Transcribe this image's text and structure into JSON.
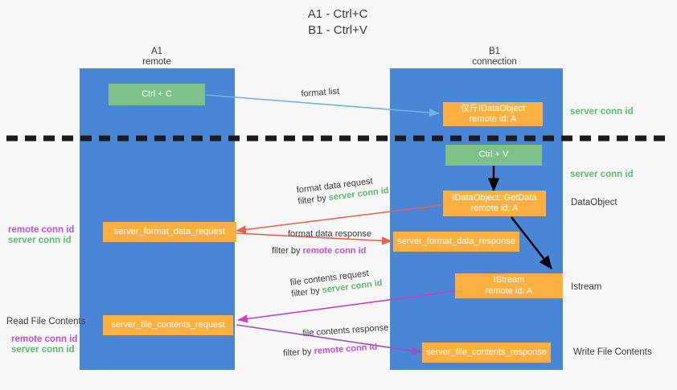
{
  "title": {
    "line1": "A1 - Ctrl+C",
    "line2": "B1 - Ctrl+V"
  },
  "lanes": [
    {
      "name": "A1",
      "sub": "remote"
    },
    {
      "name": "B1",
      "sub": "connection"
    }
  ],
  "boxes": {
    "ctrl_c": {
      "label": "Ctrl + C",
      "color": "#7ec189"
    },
    "clipboard_dataobject": {
      "line1": "仅斤IDataObject",
      "line2": "remote id: A",
      "color": "#fbb040"
    },
    "ctrl_v": {
      "label": "Ctrl + V",
      "color": "#7ec189"
    },
    "getdata": {
      "line1": "IDataObject::GetData",
      "line2": "remote id: A",
      "color": "#fbb040"
    },
    "istream": {
      "line1": "IStream",
      "line2": "remote id: A",
      "color": "#fbb040"
    },
    "server_format_data_request": {
      "label": "server_format_data_request",
      "color": "#fbb040"
    },
    "server_format_data_response": {
      "label": "server_format_data_response",
      "color": "#fbb040"
    },
    "server_file_contents_request": {
      "label": "server_file_contents_request",
      "color": "#fbb040"
    },
    "server_file_contents_response": {
      "label": "server_file_contents_response",
      "color": "#fbb040"
    }
  },
  "edges": {
    "format_list": "format list",
    "format_data_request": "format data request",
    "format_data_request_filter_pre": "filter by ",
    "format_data_request_filter_key": "server conn id",
    "format_data_response": "format data response",
    "format_data_response_filter_pre": "filter by ",
    "format_data_response_filter_key": "remote conn id",
    "file_contents_request": "file contents request",
    "file_contents_request_filter_pre": "filter by ",
    "file_contents_request_filter_key": "server conn id",
    "file_contents_response": "file contents response",
    "file_contents_response_filter_pre": "filter by ",
    "file_contents_response_filter_key": "remote conn id"
  },
  "right_notes": {
    "server_conn_id_1": "server conn id",
    "server_conn_id_2": "server conn id",
    "dataobject": "DataObject",
    "istream": "Istream",
    "write_file_contents": "Write File Contents"
  },
  "left_notes": {
    "remote_conn_id_1": "remote conn id",
    "server_conn_id_1": "server conn id",
    "read_file_contents": "Read File Contents",
    "remote_conn_id_2": "remote conn id",
    "server_conn_id_2": "server conn id"
  },
  "colors": {
    "lane": "#4a86d8",
    "green_box": "#7ec189",
    "orange_box": "#fbb040",
    "green_text": "#5fb86f",
    "magenta_text": "#c050c8",
    "arrow_light_blue": "#6fb3e0",
    "arrow_red": "#e8604c",
    "arrow_magenta": "#cc3fc0",
    "arrow_purple": "#a04fc0",
    "arrow_black": "#000000",
    "background": "#f7f7f7"
  }
}
